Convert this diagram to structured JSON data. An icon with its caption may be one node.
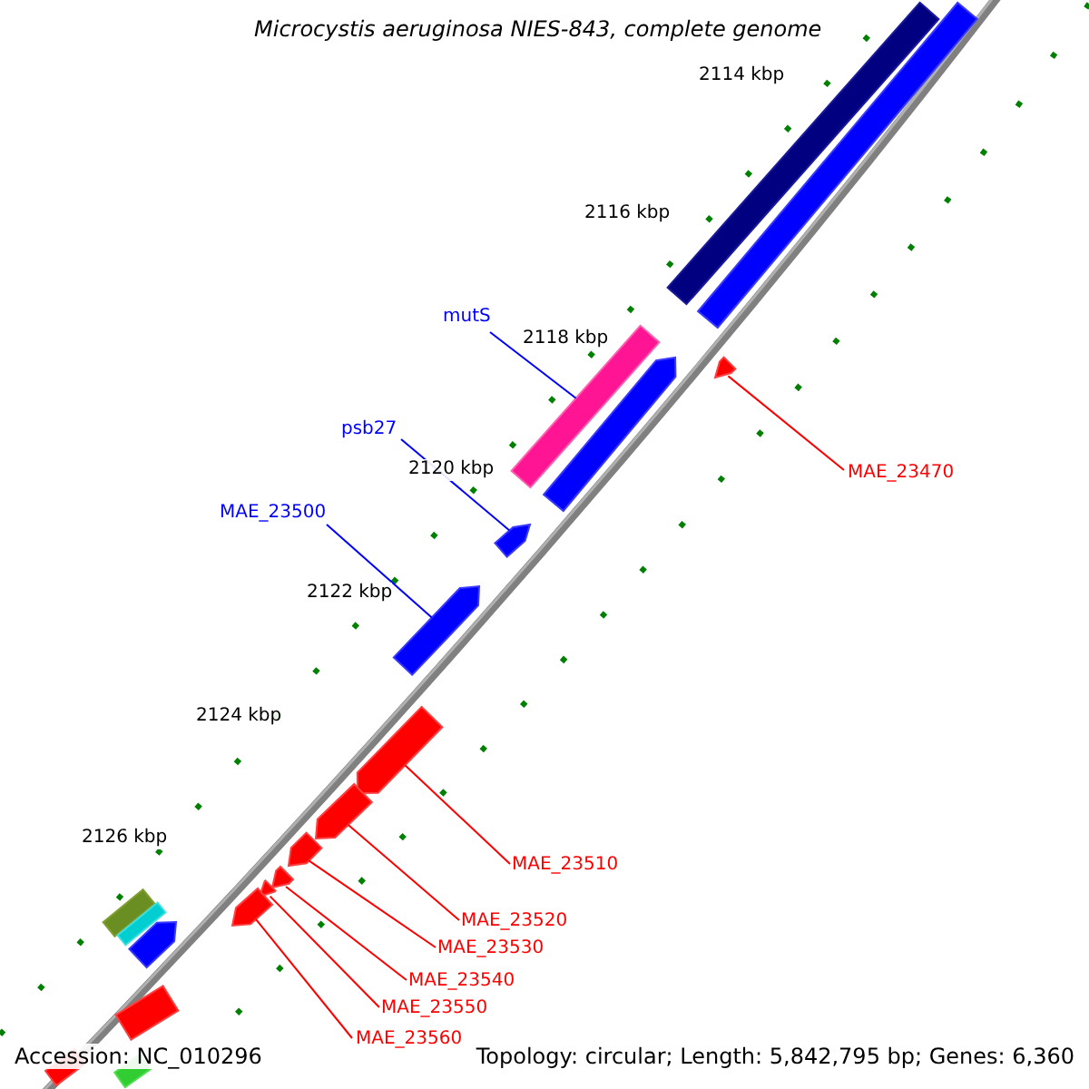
{
  "diagram": {
    "title": "Microcystis aeruginosa NIES-843, complete genome",
    "nodes": [
      {
        "text": [
          "mutS"
        ]
      },
      {
        "text": [],
        "shape": "bar"
      },
      {
        "text": [
          "psb27"
        ]
      },
      {
        "text": [],
        "shape": "bar"
      },
      {
        "text": [
          "MAE_23470"
        ]
      },
      {
        "text": [],
        "shape": "bar"
      },
      {
        "text": [
          "MAE_23500"
        ]
      },
      {
        "text": [],
        "shape": "bar"
      },
      {
        "text": [
          "MAE_23510"
        ]
      },
      {
        "text": [],
        "shape": "bar"
      },
      {
        "text": [
          "MAE_23520"
        ]
      },
      {
        "text": [],
        "shape": "bar"
      },
      {
        "text": [
          "MAE_23530"
        ]
      },
      {
        "text": [],
        "shape": "bar"
      },
      {
        "text": [
          "MAE_23540"
        ]
      },
      {
        "text": [],
        "shape": "bar"
      },
      {
        "text": [
          "MAE_23550"
        ]
      },
      {
        "text": [],
        "shape": "bar"
      },
      {
        "text": [
          "MAE_23560"
        ]
      },
      {
        "text": [],
        "shape": "bar"
      },
      {
        "text": [],
        "shape": "bar"
      },
      {
        "text": [],
        "shape": "bar"
      },
      {
        "text": [],
        "shape": "bar"
      },
      {
        "text": [],
        "shape": "bar"
      },
      {
        "text": [],
        "shape": "bar"
      },
      {
        "text": [],
        "shape": "bar"
      },
      {
        "text": [],
        "shape": "bar"
      },
      {
        "text": [],
        "shape": "bar"
      },
      {
        "text": [],
        "shape": "bar"
      }
    ],
    "edges": [
      {
        "from": 0,
        "to": 1,
        "arrow": "none",
        "color": "#0000ff"
      },
      {
        "from": 2,
        "to": 3,
        "arrow": "none",
        "color": "#0000ff"
      },
      {
        "from": 4,
        "to": 5,
        "arrow": "none"
      },
      {
        "from": 6,
        "to": 7,
        "arrow": "none",
        "color": "#0000ff"
      },
      {
        "from": 8,
        "to": 9,
        "arrow": "none"
      },
      {
        "from": 10,
        "to": 11,
        "arrow": "none"
      },
      {
        "from": 12,
        "to": 13,
        "arrow": "none"
      },
      {
        "from": 14,
        "to": 15,
        "arrow": "none"
      },
      {
        "from": 16,
        "to": 17,
        "arrow": "none"
      },
      {
        "from": 18,
        "to": 19,
        "arrow": "none"
      }
    ],
    "labels": [
      "2114 kbp",
      "2116 kbp",
      "2118 kbp",
      "2120 kbp",
      "2122 kbp",
      "2124 kbp",
      "2126 kbp",
      "Accession: NC_010296",
      "Topology: circular; Length: 5,842,795 bp; Genes: 6,360"
    ]
  }
}
